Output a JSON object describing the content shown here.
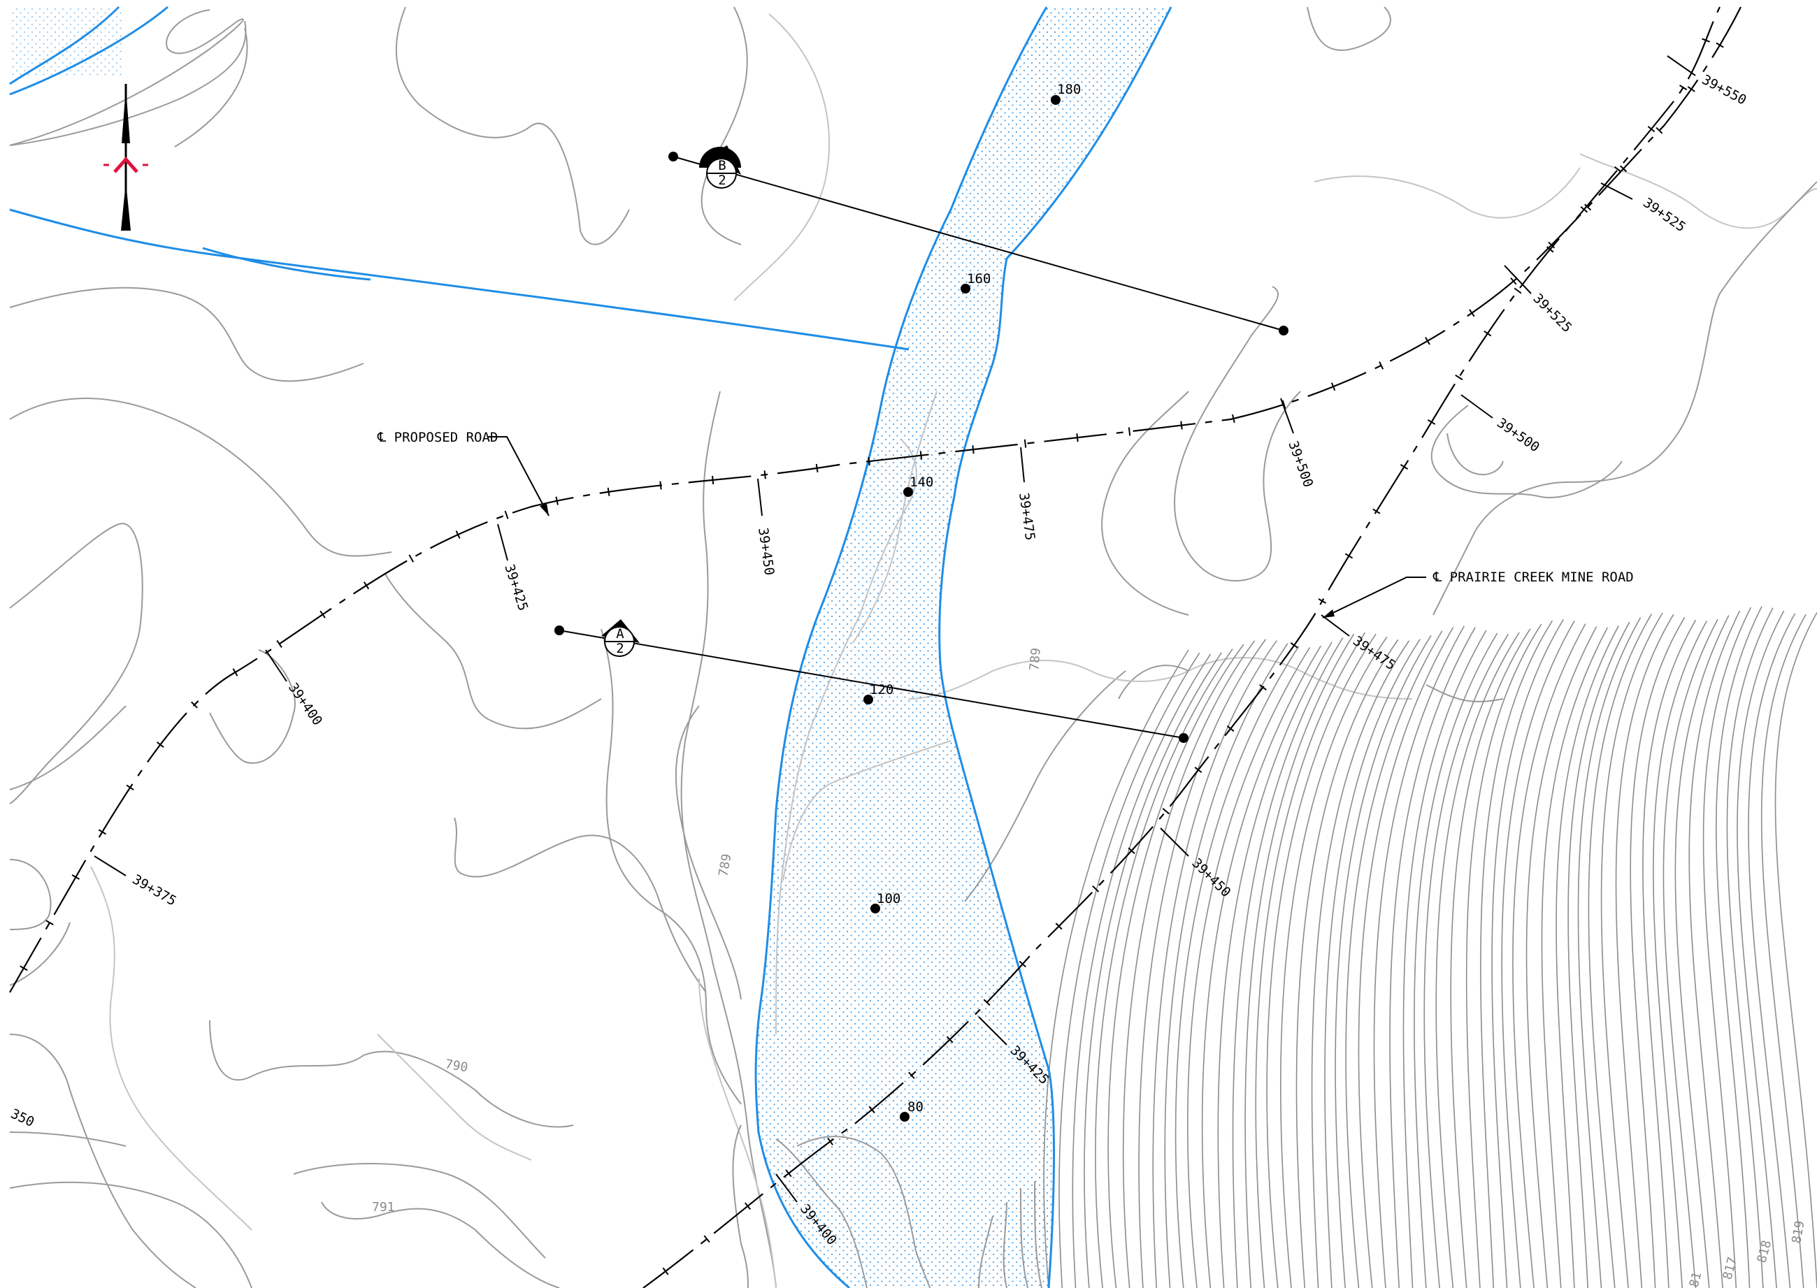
{
  "labels": {
    "proposed_road": "℄ PROPOSED ROAD",
    "mine_road": "℄ PRAIRIE CREEK MINE ROAD"
  },
  "sections": {
    "section_a": {
      "letter": "A",
      "sheet": "2"
    },
    "section_b": {
      "letter": "B",
      "sheet": "2"
    }
  },
  "points": {
    "section_b_point_1": "180",
    "section_b_point_2": "160",
    "section_a_point_1": "140",
    "section_a_point_2": "120",
    "point_100": "100",
    "point_80": "80"
  },
  "proposed_road_stations": [
    "39+375",
    "39+400",
    "39+425",
    "39+450",
    "39+475",
    "39+500",
    "39+525",
    "39+550"
  ],
  "mine_road_stations": [
    "39+400",
    "39+425",
    "39+450",
    "39+475",
    "39+500",
    "39+525"
  ],
  "contour_labels": {
    "c789_left": "789",
    "c789_right": "789",
    "c790": "790",
    "c791": "791",
    "c350": "350",
    "c818": "818",
    "c817": "817",
    "c81x": "81",
    "c819": "819"
  },
  "colors": {
    "water": "#1f8de6",
    "north_arrow_accent": "#e0103a",
    "contour": "#9a9a9a"
  }
}
